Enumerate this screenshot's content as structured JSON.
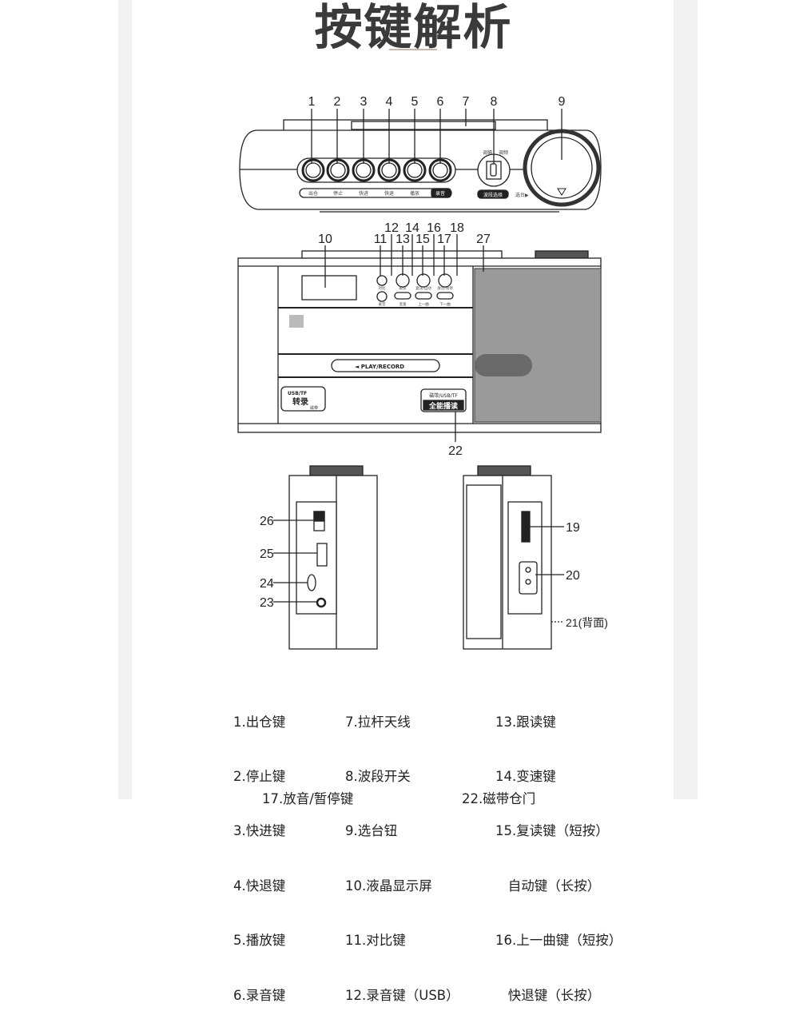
{
  "title": "按键解析",
  "top_view": {
    "button_labels": [
      "出仓",
      "停止",
      "快进",
      "快退",
      "播放",
      "录音"
    ],
    "band_switch_labels": [
      "调幅",
      "调频"
    ],
    "band_switch_caption": "波段选择",
    "tuning_caption": "选台▶",
    "callouts": [
      "1",
      "2",
      "3",
      "4",
      "5",
      "6",
      "7",
      "8",
      "9"
    ]
  },
  "front_view": {
    "callouts": [
      "10",
      "11",
      "12",
      "13",
      "14",
      "15",
      "16",
      "17",
      "18",
      "27",
      "22"
    ],
    "small_button_labels": [
      "对比",
      "跟读",
      "复读/自动",
      "放音/暂停",
      "录音",
      "变速",
      "上一曲",
      "下一曲"
    ],
    "cassette_door_label": "◄ PLAY/RECORD",
    "badge_left": {
      "top": "USB/TF",
      "main": "转录",
      "sub": "磁带"
    },
    "badge_right": {
      "top": "磁带/USB/TF",
      "main": "全能播读"
    }
  },
  "side_views": {
    "left_callouts": [
      "26",
      "25",
      "24",
      "23"
    ],
    "right_callouts": [
      "19",
      "20",
      "21(背面)"
    ]
  },
  "legend": {
    "col1": [
      "1.出仓键",
      "2.停止键",
      "3.快进键",
      "4.快退键",
      "5.播放键",
      "6.录音键"
    ],
    "col2": [
      "7.拉杆天线",
      "8.波段开关",
      "9.选台钮",
      "10.液晶显示屏",
      "11.对比键",
      "12.录音键（USB）"
    ],
    "col3": [
      "13.跟读键",
      "14.变速键",
      "15.复读键（短按）",
      "   自动键（长按）",
      "16.上一曲键（短按）",
      "   快退键（长按）"
    ],
    "cut_off": [
      "17.放音/暂停键",
      "22.磁带仓门"
    ]
  },
  "colors": {
    "title": "#3a3a3a",
    "accent_underline": "#c9b7ad",
    "side_band": "#f2f2f2"
  }
}
